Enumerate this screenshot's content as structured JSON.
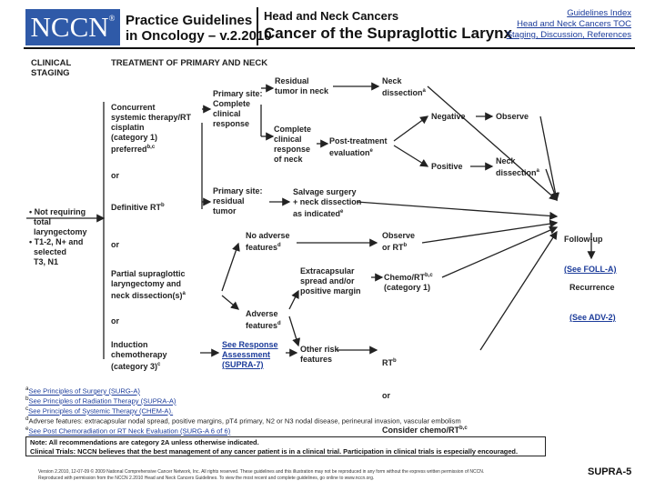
{
  "header": {
    "logo": "NCCN",
    "logo_mark": "®",
    "title_line1": "Practice Guidelines",
    "title_line2": "in Oncology – v.2.2010",
    "topic": "Head and Neck Cancers",
    "subtitle": "Cancer of the Supraglottic Larynx",
    "nav": [
      "Guidelines Index",
      "Head and Neck Cancers TOC",
      "Staging, Discussion, References"
    ]
  },
  "columns": {
    "clinical_staging": "CLINICAL\nSTAGING",
    "treatment": "TREATMENT OF PRIMARY AND NECK"
  },
  "diagram": {
    "staging": "• Not requiring\n  total\n  laryngectomy\n• T1-2, N+ and\n  selected\n  T3, N1",
    "opt_concurrent": "Concurrent\nsystemic therapy/RT\ncisplatin\n(category 1)\npreferred",
    "opt_concurrent_sup": "b,c",
    "or1": "or",
    "opt_definitive": "Definitive RT",
    "opt_definitive_sup": "b",
    "or2": "or",
    "opt_partial": "Partial supraglottic\nlaryngectomy and\nneck dissection(s)",
    "opt_partial_sup": "a",
    "or3": "or",
    "opt_induction": "Induction\nchemotherapy\n(category 3)",
    "opt_induction_sup": "c",
    "ps_complete": "Primary site:\nComplete\nclinical\nresponse",
    "residual_neck": "Residual\ntumor in neck",
    "neck_dissection1": "Neck\ndissection",
    "neck_dissection1_sup": "a",
    "complete_neck": "Complete\nclinical\nresponse\nof neck",
    "post_eval": "Post-treatment\nevaluation",
    "post_eval_sup": "e",
    "negative": "Negative",
    "observe1": "Observe",
    "positive": "Positive",
    "neck_dissection2": "Neck\ndissection",
    "neck_dissection2_sup": "a",
    "ps_residual": "Primary site:\nresidual\ntumor",
    "salvage": "Salvage surgery\n+ neck dissection\nas indicated",
    "salvage_sup": "e",
    "no_adverse": "No adverse\nfeatures",
    "no_adverse_sup": "d",
    "observe_rt": "Observe\nor RT",
    "observe_rt_sup": "b",
    "extracapsular": "Extracapsular\nspread and/or\npositive margin",
    "chemo_rt": "Chemo/RT",
    "chemo_rt_tail": "\n(category 1)",
    "chemo_rt_sup": "b,c",
    "adverse": "Adverse\nfeatures",
    "adverse_sup": "d",
    "other_risk": "Other risk\nfeatures",
    "rt_or": "RT",
    "rt_or_sup": "b",
    "rt_or_tail": "or",
    "consider": "Consider chemo/RT",
    "consider_sup": "b,c",
    "response": "See Response\nAssessment\n(SUPRA-7)",
    "follow_up": "Follow-up",
    "follow_link": "(See FOLL-A)",
    "recurrence": "Recurrence",
    "recurrence_link": "(See ADV-2)"
  },
  "footnotes": [
    {
      "mark": "a",
      "text": "See Principles of Surgery (SURG-A)",
      "link": true
    },
    {
      "mark": "b",
      "text": "See Principles of Radiation Therapy (SUPRA-A)",
      "link": true
    },
    {
      "mark": "c",
      "text": "See Principles of Systemic Therapy (CHEM-A).",
      "link": true
    },
    {
      "mark": "d",
      "text": "Adverse features: extracapsular nodal spread, positive margins, pT4 primary, N2 or N3 nodal disease, perineural invasion, vascular embolism",
      "link": false
    },
    {
      "mark": "e",
      "text": "See Post Chemoradiation or RT Neck Evaluation (SURG-A 6 of 6)",
      "link": true
    }
  ],
  "note": {
    "line1": "Note: All recommendations are category 2A unless otherwise indicated.",
    "line2": "Clinical Trials: NCCN believes that the best management of any cancer patient is in a clinical trial. Participation in clinical trials is especially encouraged."
  },
  "footer": {
    "copyright1": "Version 2.2010, 12-07-09 © 2009 National Comprehensive Cancer Network, Inc. All rights reserved. These guidelines and this illustration may not be reproduced in any form without the express written permission of NCCN.",
    "copyright2": "Reproduced with permission from the NCCN 2.2010 Head and Neck Cancers Guidelines. To view the most recent and complete guidelines, go online to www.nccn.org.",
    "page": "SUPRA-5"
  }
}
